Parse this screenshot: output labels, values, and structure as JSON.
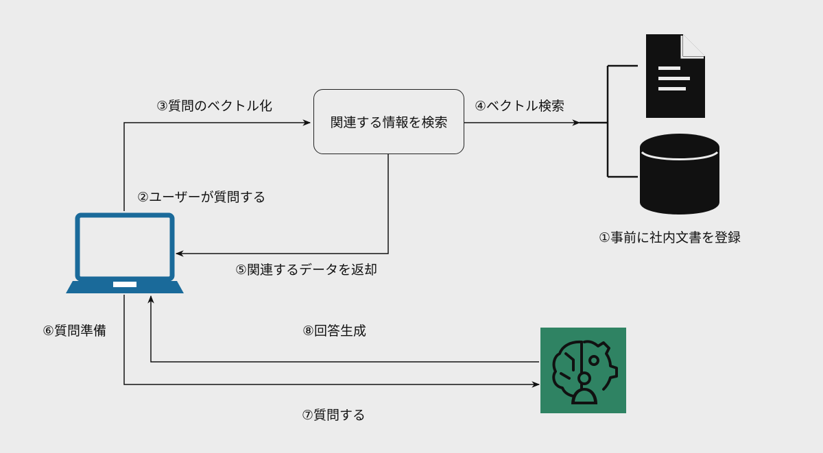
{
  "process_box": {
    "label": "関連する情報を検索"
  },
  "labels": {
    "step1": "①事前に社内文書を登録",
    "step2": "②ユーザーが質問する",
    "step3": "③質問のベクトル化",
    "step4": "④ベクトル検索",
    "step5": "⑤関連するデータを返却",
    "step6": "⑥質問準備",
    "step7": "⑦質問する",
    "step8": "⑧回答生成"
  },
  "icons": {
    "user_device": "laptop-icon",
    "documents": "document-icon",
    "store": "database-icon",
    "model": "ai-brain-gear-icon"
  },
  "colors": {
    "background": "#ececec",
    "laptop": "#1a6a9a",
    "ai_tile": "#2f8363",
    "dark": "#111111"
  }
}
